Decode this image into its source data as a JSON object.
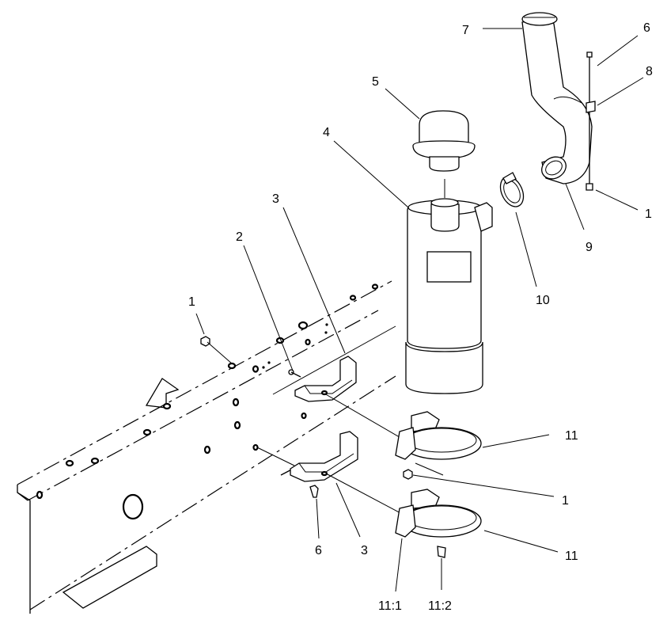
{
  "callouts": {
    "c1_left": "1",
    "c1_right": "1",
    "c1_mid": "1",
    "c2": "2",
    "c3_top": "3",
    "c3_bottom": "3",
    "c4": "4",
    "c5": "5",
    "c6_top": "6",
    "c6_bottom": "6",
    "c7": "7",
    "c8": "8",
    "c9": "9",
    "c10": "10",
    "c11_top": "11",
    "c11_bottom": "11",
    "c11_1": "11:1",
    "c11_2": "11:2"
  }
}
